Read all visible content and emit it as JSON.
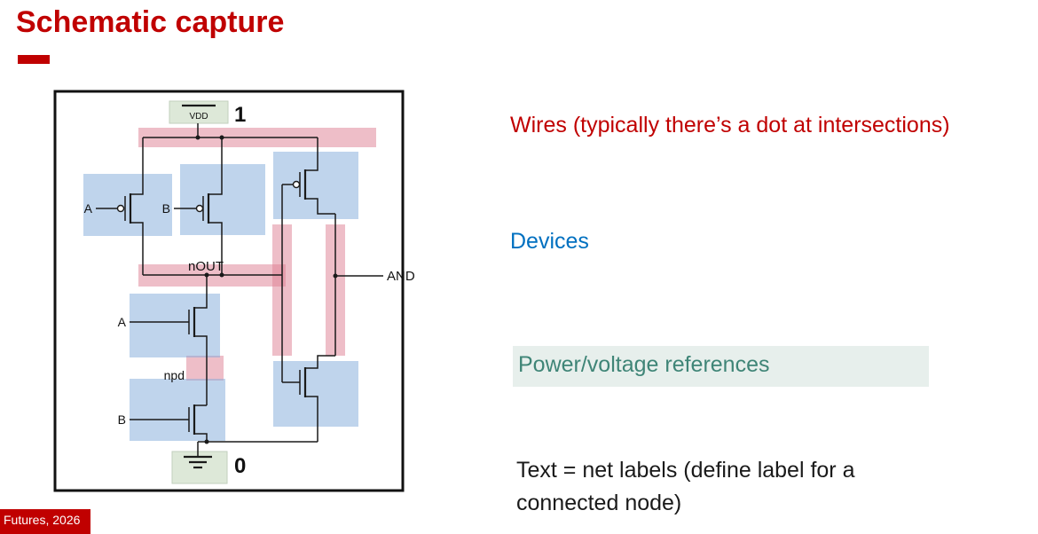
{
  "header": {
    "title": "Schematic capture"
  },
  "footer": {
    "credit": "Futures, 2026"
  },
  "schematic": {
    "power_label": "VDD",
    "logic_high": "1",
    "logic_low": "0",
    "pmos_a_label": "A",
    "pmos_b_label": "B",
    "nout_label": "nOUT",
    "nmos_a_label": "A",
    "npd_label": "npd",
    "nmos_b_label": "B",
    "output_label": "AND",
    "highlight_colors": {
      "wire": "#dd7d92",
      "device": "#7fa9d9",
      "power_reference": "#dde8d8"
    }
  },
  "annotations": {
    "wires_note": "Wires (typically there’s a dot at intersections)",
    "devices_note": "Devices",
    "power_note": "Power/voltage references",
    "net_labels_note": "Text = net labels (define label for a connected node)",
    "colors": {
      "wires": "#c00000",
      "devices": "#0070c0",
      "power": "#3f8577",
      "net_labels": "#1a1a1a"
    }
  }
}
